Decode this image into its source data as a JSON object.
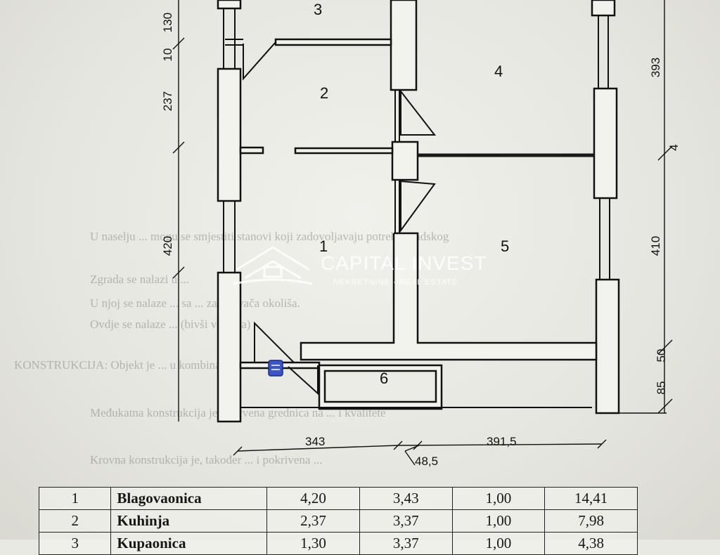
{
  "plan": {
    "rooms": [
      {
        "number": "1"
      },
      {
        "number": "2"
      },
      {
        "number": "3"
      },
      {
        "number": "4"
      },
      {
        "number": "5"
      },
      {
        "number": "6"
      }
    ],
    "dimensions": {
      "left_130": "130",
      "left_10": "10",
      "left_237": "237",
      "left_420": "420",
      "right_393": "393",
      "right_4": "4",
      "right_410": "410",
      "right_85": "85",
      "right_50": "50",
      "bottom_343": "343",
      "bottom_48_5": "48,5",
      "bottom_391_5": "391,5"
    }
  },
  "watermark": {
    "brand": "CAPITAL INVEST",
    "tagline": "NEKRETNINE · REAL ESTATE"
  },
  "background_text": [
    "U naselju ... mogu se smjestiti stanovi koji zadovoljavaju potrebe gradskog",
    "Zgrada se nalazi u ...",
    "U njoj se nalaze ... sa ... zagađivača okoliša.",
    "Ovdje se nalaze ... (bivši vojarna)",
    "KONSTRUKCIJA: Objekt je ... u kombinaciji",
    "Međukatna konstrukcija je ... drvena grednica na ... i kvalitete",
    "Krovna konstrukcija je, također ... i pokrivena ..."
  ],
  "table": {
    "rows": [
      {
        "num": "1",
        "name": "Blagovaonica",
        "a": "4,20",
        "b": "3,43",
        "c": "1,00",
        "area": "14,41"
      },
      {
        "num": "2",
        "name": "Kuhinja",
        "a": "2,37",
        "b": "3,37",
        "c": "1,00",
        "area": "7,98"
      },
      {
        "num": "3",
        "name": "Kupaonica",
        "a": "1,30",
        "b": "3,37",
        "c": "1,00",
        "area": "4,38"
      }
    ]
  },
  "colors": {
    "paper": "#e9e9e3",
    "ink": "#111111",
    "watermark": "#ffffff"
  }
}
